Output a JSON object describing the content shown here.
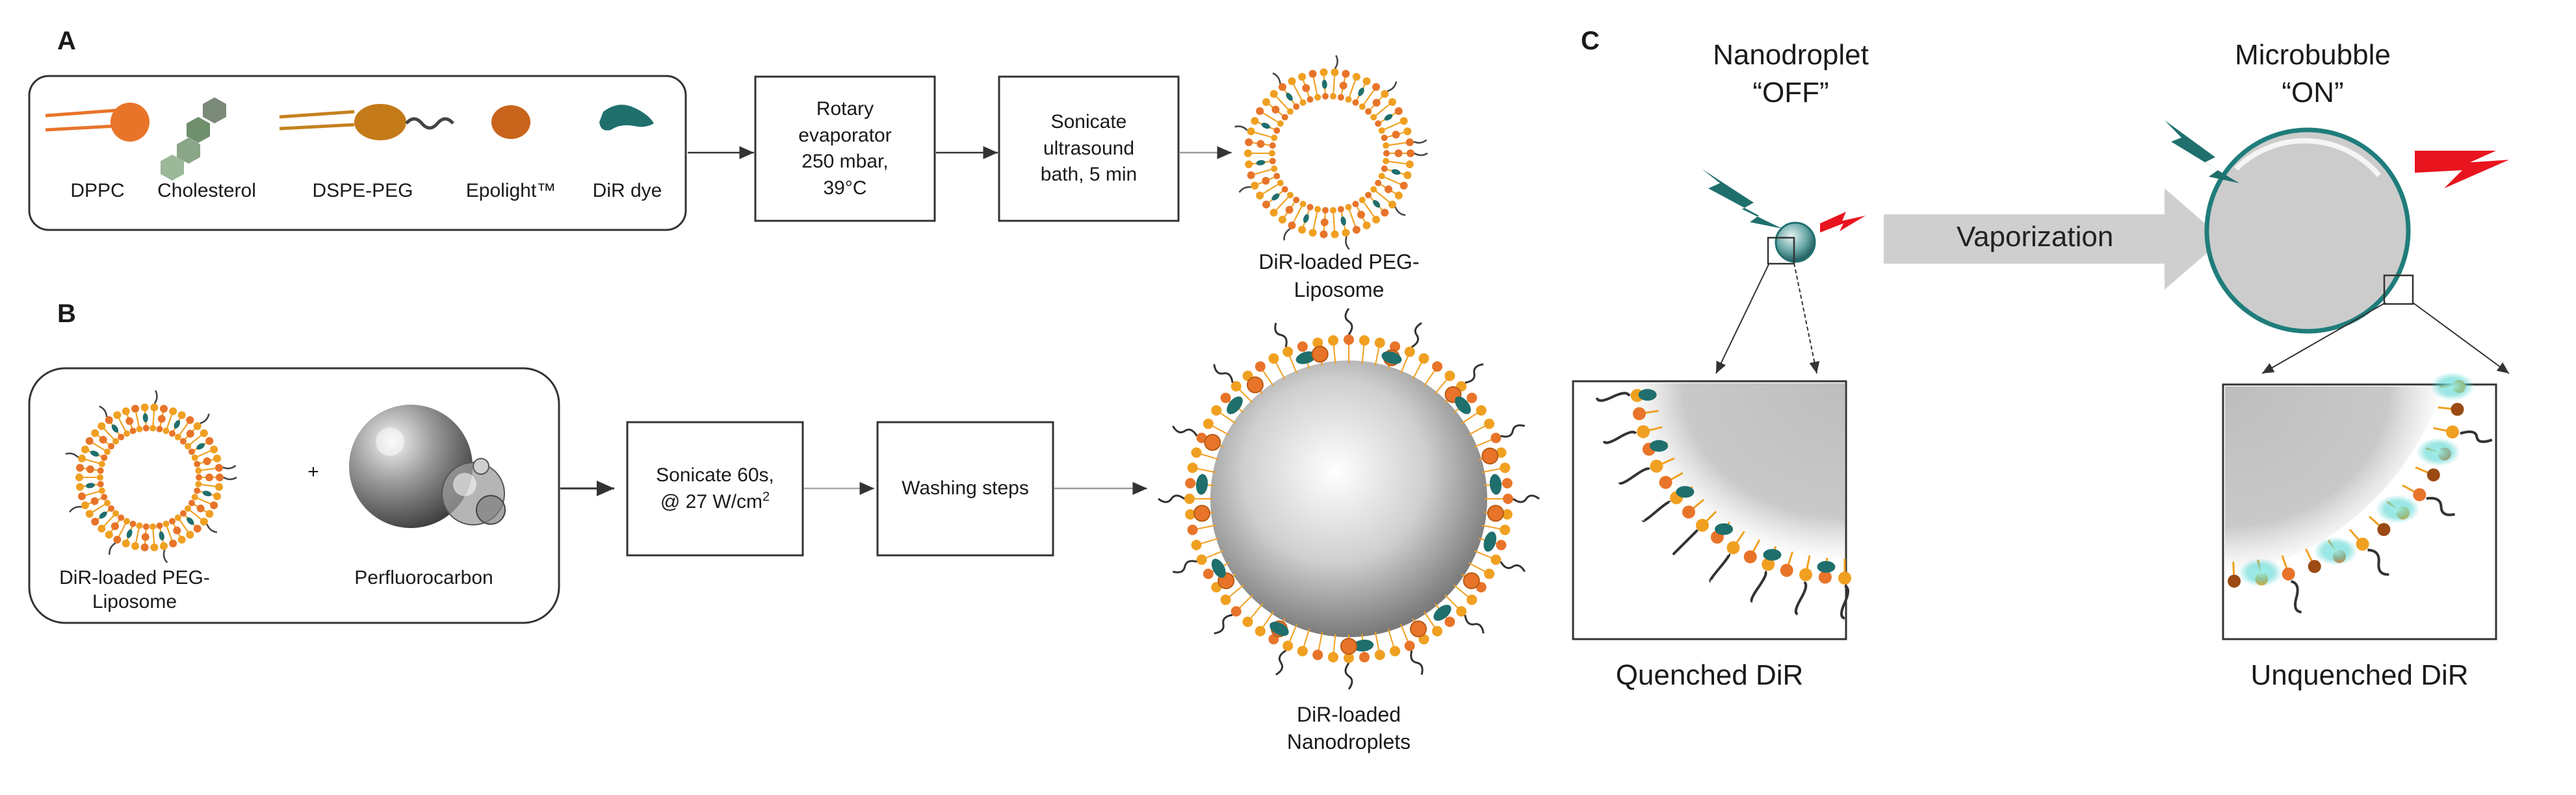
{
  "panels": {
    "a": {
      "letter": "A"
    },
    "b": {
      "letter": "B"
    },
    "c": {
      "letter": "C"
    }
  },
  "panel_a": {
    "components": [
      "DPPC",
      "Cholesterol",
      "DSPE-PEG",
      "Epolight™",
      "DiR dye"
    ],
    "step1": "Rotary\nevaporator\n250 mbar,\n39°C",
    "step2": "Sonicate\nultrasound\nbath, 5 min",
    "product_line1": "DiR-loaded PEG-",
    "product_line2": "Liposome"
  },
  "panel_b": {
    "input1_line1": "DiR-loaded PEG-",
    "input1_line2": "Liposome",
    "plus": "+",
    "input2": "Perfluorocarbon",
    "step1_line1": "Sonicate 60s,",
    "step1_line2_prefix": "@ 27 W/cm",
    "step1_line2_sup": "2",
    "step2": "Washing steps",
    "product_line1": "DiR-loaded",
    "product_line2": "Nanodroplets"
  },
  "panel_c": {
    "left_title_line1": "Nanodroplet",
    "left_title_line2": "“OFF”",
    "right_title_line1": "Microbubble",
    "right_title_line2": "“ON”",
    "arrow_label": "Vaporization",
    "left_caption": "Quenched DiR",
    "right_caption": "Unquenched DiR"
  },
  "colors": {
    "orange_head": "#e8742a",
    "gold_head": "#f0a021",
    "dir_teal": "#1f6f6d",
    "grey_core": "#c8c8c8",
    "laser_red": "#e8141e",
    "arrow_grey": "#cfcfcf"
  },
  "icons": [
    "laser-flash-teal-icon",
    "laser-flash-red-icon"
  ]
}
